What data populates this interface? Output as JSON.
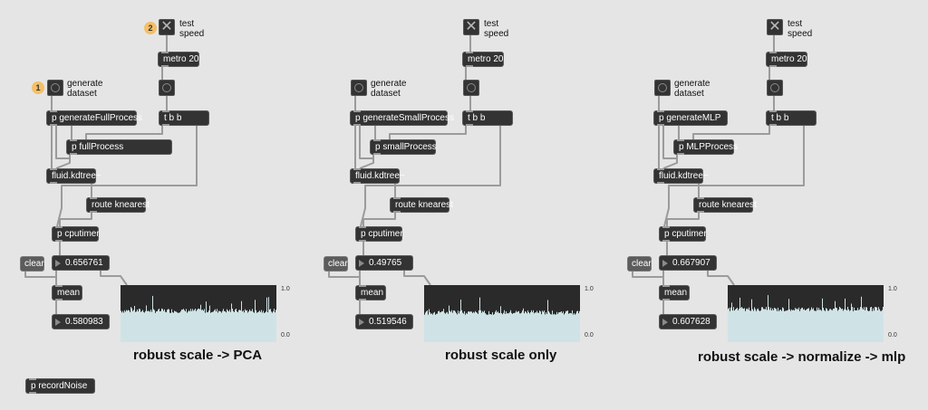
{
  "common": {
    "test_speed": "test\nspeed",
    "generate_dataset": "generate\ndataset",
    "metro": "metro 20",
    "trigger": "t b b",
    "kdtree": "fluid.kdtree~",
    "route": "route knearest",
    "cputimer": "p cputimer",
    "clear": "clear",
    "mean": "mean",
    "axis_top": "1.0",
    "axis_bottom": "0.0"
  },
  "badges": {
    "dataset": "1",
    "speed": "2"
  },
  "patches": [
    {
      "generate": "p generateFullProcess",
      "process": "p fullProcess",
      "time_value": "0.656761",
      "mean_value": "0.580983",
      "label": "robust scale -> PCA"
    },
    {
      "generate": "p generateSmallProcess",
      "process": "p smallProcess",
      "time_value": "0.49765",
      "mean_value": "0.519546",
      "label": "robust scale only"
    },
    {
      "generate": "p generateMLP",
      "process": "p MLPProcess",
      "time_value": "0.667907",
      "mean_value": "0.607628",
      "label": "robust scale -> normalize -> mlp"
    }
  ],
  "record": "p recordNoise",
  "colors": {
    "background": "#e5e5e5",
    "object": "#333333",
    "badge": "#f4bf67",
    "meter_fill": "#cfe3e6"
  }
}
